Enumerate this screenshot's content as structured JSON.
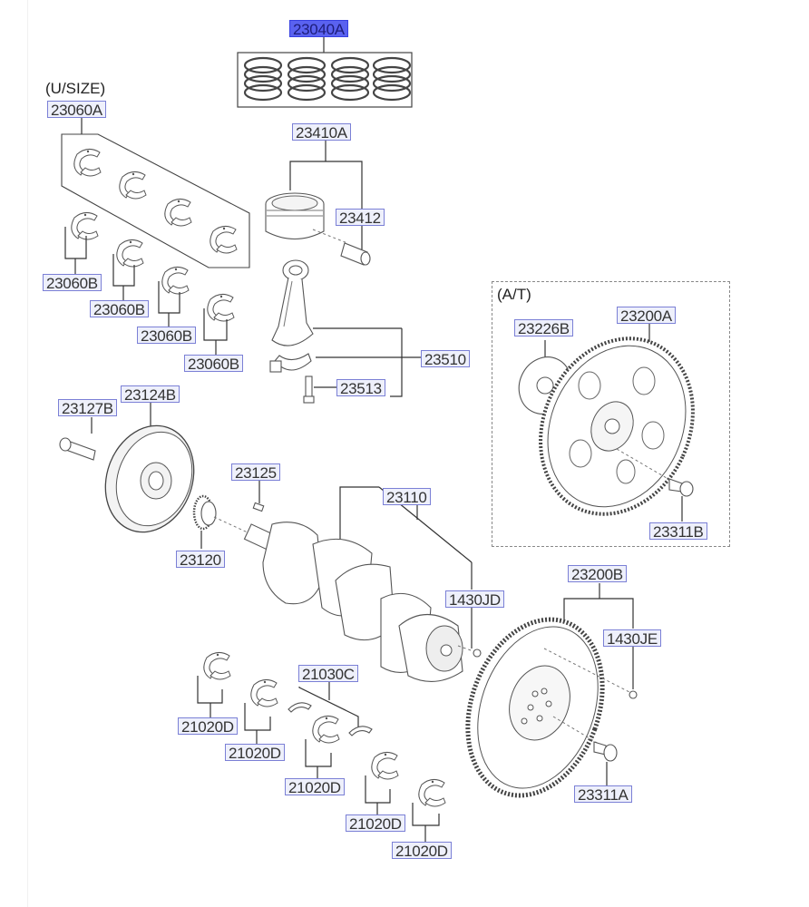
{
  "diagram": {
    "type": "exploded-parts-diagram",
    "subject": "crankshaft & piston assembly",
    "notes": {
      "undersize": "(U/SIZE)",
      "auto_trans": "(A/T)"
    },
    "active_label": "23040A",
    "labels": {
      "piston_ring_set": "23040A",
      "bearing_set_usize": "23060A",
      "bearing_b1": "23060B",
      "bearing_b2": "23060B",
      "bearing_b3": "23060B",
      "bearing_b4": "23060B",
      "piston_assy": "23410A",
      "piston_pin": "23412",
      "connecting_rod": "23510",
      "rod_bolt": "23513",
      "drive_plate_spacer": "23226B",
      "drive_plate_at": "23200A",
      "drive_plate_bolt": "23311B",
      "pulley_bolt": "23127B",
      "damper_pulley": "23124B",
      "crank_key": "23125",
      "sprocket": "23120",
      "crankshaft": "23110",
      "dowel_pin_jd": "1430JD",
      "flywheel": "23200B",
      "dowel_pin_je": "1430JE",
      "flywheel_bolt": "23311A",
      "thrust_bearing": "21030C",
      "main_bearing_d1": "21020D",
      "main_bearing_d2": "21020D",
      "main_bearing_d3": "21020D",
      "main_bearing_d4": "21020D",
      "main_bearing_d5": "21020D"
    },
    "colors": {
      "label_border": "#7b80d6",
      "label_fill": "#eef0fb",
      "active_fill": "#5a62f0"
    }
  }
}
